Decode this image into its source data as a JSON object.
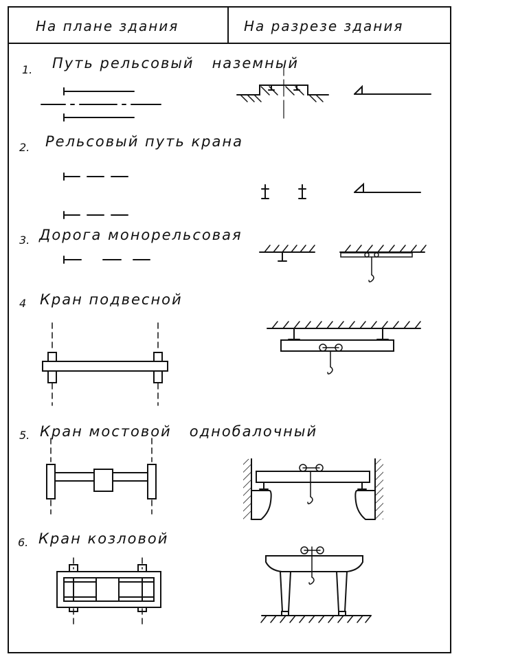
{
  "header": {
    "plan": "На плане здания",
    "section": "На разрезе здания"
  },
  "items": [
    {
      "num": "1.",
      "label": "Путь рельсовый   наземный"
    },
    {
      "num": "2.",
      "label": "Рельсовый путь крана"
    },
    {
      "num": "3.",
      "label": "Дорога монорельсовая"
    },
    {
      "num": "4",
      "label": "Кран подвесной"
    },
    {
      "num": "5.",
      "label": "Кран мостовой   однобалочный"
    },
    {
      "num": "6.",
      "label": "Кран козловой"
    }
  ]
}
